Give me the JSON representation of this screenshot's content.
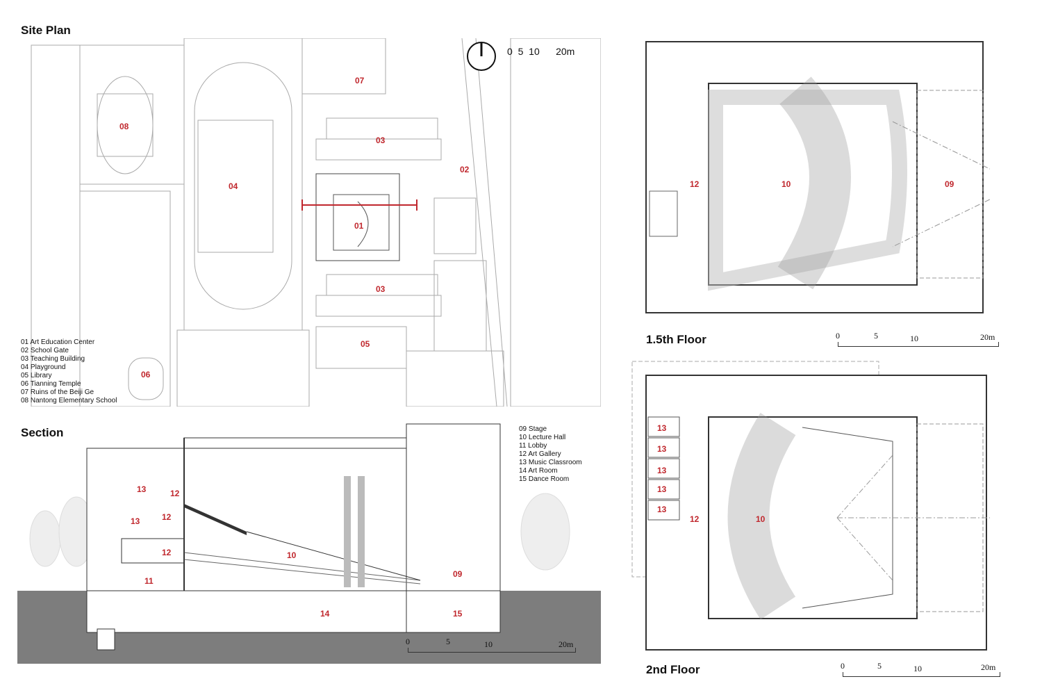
{
  "site_plan": {
    "title": "Site Plan",
    "scale": [
      "0",
      "5",
      "10",
      "20m"
    ],
    "labels": [
      "01",
      "02",
      "03",
      "03",
      "04",
      "05",
      "06",
      "07",
      "08"
    ],
    "legend": [
      "01 Art Education Center",
      "02 School Gate",
      "03 Teaching Building",
      "04 Playground",
      "05 Library",
      "06 Tianning Temple",
      "07 Ruins of the Beiji Ge",
      "08 Nantong Elementary School"
    ]
  },
  "section": {
    "title": "Section",
    "labels": [
      "13",
      "12",
      "13",
      "12",
      "12",
      "11",
      "10",
      "09",
      "14",
      "15"
    ],
    "scale": [
      "0",
      "5",
      "10",
      "20m"
    ],
    "legend": [
      "09 Stage",
      "10 Lecture Hall",
      "11 Lobby",
      "12 Art Gallery",
      "13 Music Classroom",
      "14 Art Room",
      "15 Dance Room"
    ]
  },
  "floor_15": {
    "title": "1.5th Floor",
    "labels": [
      "12",
      "10",
      "09"
    ],
    "scale": [
      "0",
      "5",
      "10",
      "20m"
    ]
  },
  "floor_2": {
    "title": "2nd Floor",
    "labels": [
      "13",
      "13",
      "13",
      "13",
      "13",
      "12",
      "10"
    ],
    "scale": [
      "0",
      "5",
      "10",
      "20m"
    ]
  },
  "colors": {
    "label": "#c0272d",
    "ground": "#7d7d7d",
    "line": "#9a9a9a"
  }
}
